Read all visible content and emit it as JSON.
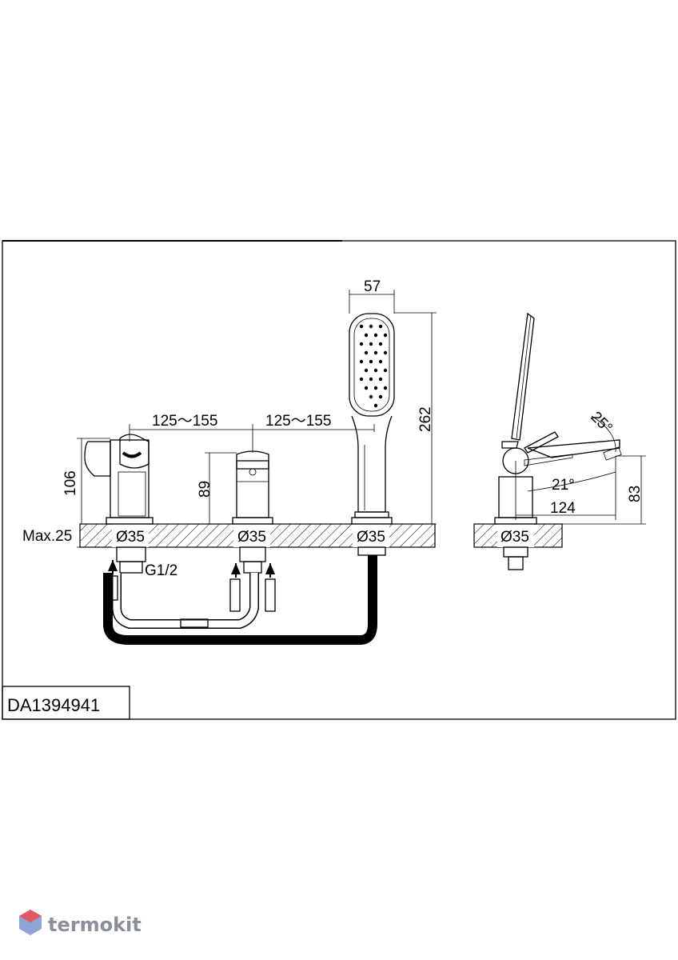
{
  "model_code": "DA1394941",
  "dimensions": {
    "spacing_left": "125～155",
    "spacing_right": "125～155",
    "handshower_width": "57",
    "handshower_height": "262",
    "spout_height": "106",
    "mixer_height": "89",
    "max_deck": "Max.25",
    "hole_1": "Ø35",
    "hole_2": "Ø35",
    "hole_3": "Ø35",
    "hole_side": "Ø35",
    "thread": "G1/2",
    "side_height": "83",
    "side_reach": "124",
    "angle_handle": "25°",
    "angle_spout": "21°"
  },
  "watermark": {
    "text": "termokit",
    "colors": {
      "logo_top": "#e05a63",
      "logo_side": "#8fa3d6",
      "text": "#8a8f9a"
    }
  }
}
